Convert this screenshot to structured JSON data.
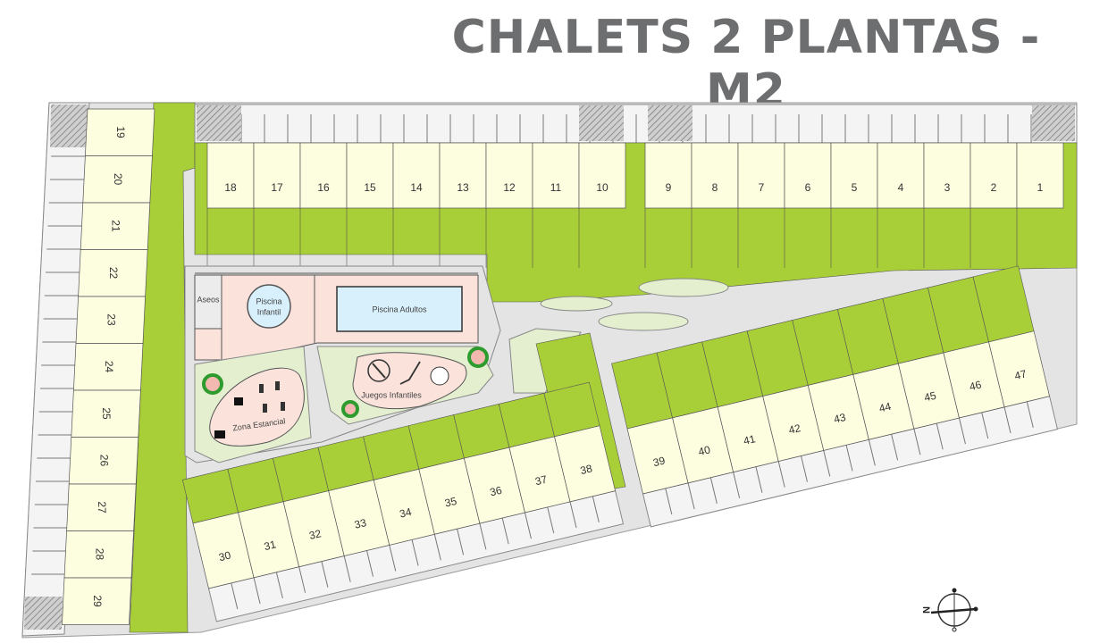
{
  "title": "CHALETS 2 PLANTAS - M2",
  "plots": {
    "top_left_row": [
      "18",
      "17",
      "16",
      "15",
      "14",
      "13",
      "12",
      "11",
      "10"
    ],
    "top_right_row": [
      "9",
      "8",
      "7",
      "6",
      "5",
      "4",
      "3",
      "2",
      "1"
    ],
    "left_column": [
      "19",
      "20",
      "21",
      "22",
      "23",
      "24",
      "25",
      "26",
      "27",
      "28",
      "29"
    ],
    "bottom_left_row": [
      "30",
      "31",
      "32",
      "33",
      "34",
      "35",
      "36",
      "37",
      "38"
    ],
    "bottom_right_row": [
      "39",
      "40",
      "41",
      "42",
      "43",
      "44",
      "45",
      "46",
      "47"
    ]
  },
  "amenities": {
    "toilets": "Aseos",
    "kids_pool": [
      "Piscina",
      "Infantil"
    ],
    "adult_pool": "Piscina Adultos",
    "playground": "Juegos Infantiles",
    "lounge": "Zona Estancial"
  },
  "compass_label": "N",
  "colors": {
    "house": "#fdfde0",
    "garden": "#a9cf38",
    "road": "#e4e4e4",
    "pool_deck": "#fbe3dc",
    "pool": "#d7f0fb",
    "green_area": "#e3efcf",
    "title": "#6d6e70"
  }
}
